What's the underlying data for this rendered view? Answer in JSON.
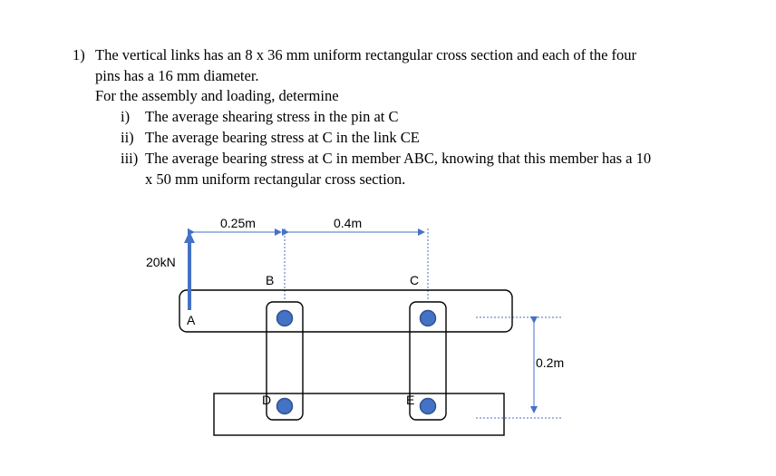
{
  "problem": {
    "number": "1)",
    "line1": "The vertical links has an 8 x 36 mm uniform rectangular cross section and each of the four",
    "line2": "pins has a 16 mm diameter.",
    "line3": "For the assembly and loading, determine",
    "items": [
      {
        "marker": "i)",
        "text": "The average shearing stress in the pin at C"
      },
      {
        "marker": "ii)",
        "text": "The average bearing stress at C in the link CE"
      },
      {
        "marker": "iii)",
        "text": "The average bearing stress at C in member ABC, knowing that this member has a 10"
      }
    ],
    "item3_cont": "x 50 mm uniform rectangular cross section."
  },
  "diagram": {
    "dim_ab": "0.25m",
    "dim_bc": "0.4m",
    "force": "20kN",
    "dim_height": "0.2m",
    "label_a": "A",
    "label_b": "B",
    "label_c": "C",
    "label_d": "D",
    "label_e": "E",
    "colors": {
      "pin": "#4472c4",
      "pin_outline": "#2f528f",
      "arrow": "#4472c4",
      "outline": "#000000"
    }
  }
}
